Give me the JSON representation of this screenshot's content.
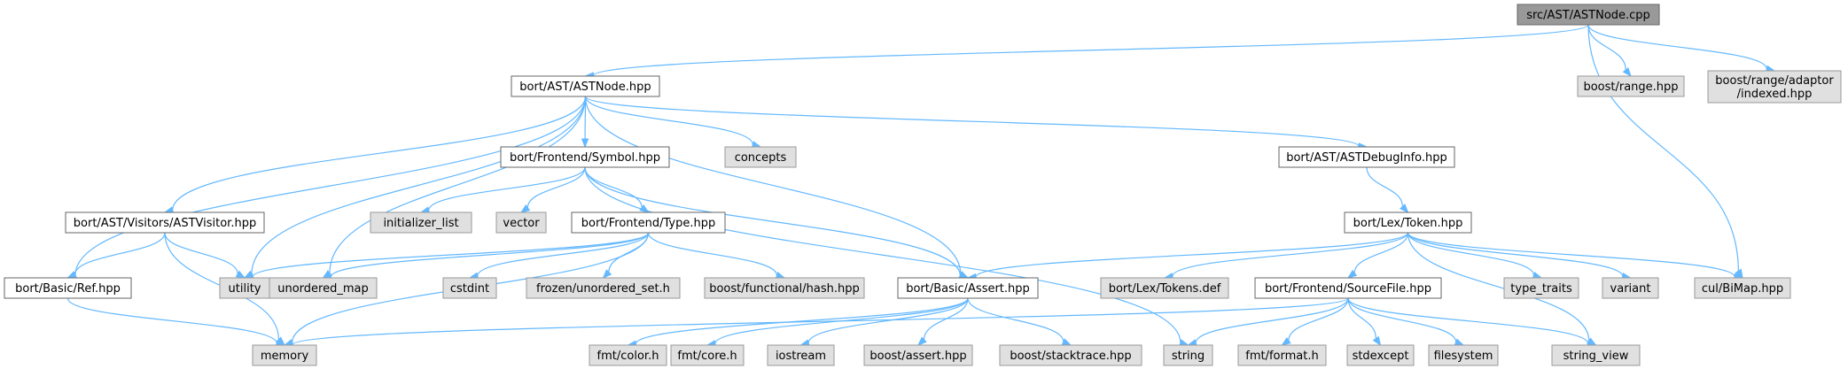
{
  "diagram": {
    "type": "include-dependency-graph",
    "edge_color": "#63b8ff",
    "node_styles": {
      "root": {
        "fill": "#999999",
        "stroke": "#666666"
      },
      "local": {
        "fill": "#ffffff",
        "stroke": "#666666"
      },
      "external": {
        "fill": "#e0e0e0",
        "stroke": "#999999"
      }
    },
    "nodes": [
      {
        "id": "astnode_cpp",
        "label": "src/AST/ASTNode.cpp",
        "kind": "root"
      },
      {
        "id": "astnode_hpp",
        "label": "bort/AST/ASTNode.hpp",
        "kind": "local"
      },
      {
        "id": "boost_range",
        "label": "boost/range.hpp",
        "kind": "external"
      },
      {
        "id": "boost_indexed",
        "label": "boost/range/adaptor\n/indexed.hpp",
        "kind": "external"
      },
      {
        "id": "symbol_hpp",
        "label": "bort/Frontend/Symbol.hpp",
        "kind": "local"
      },
      {
        "id": "concepts",
        "label": "concepts",
        "kind": "external"
      },
      {
        "id": "astdebuginfo",
        "label": "bort/AST/ASTDebugInfo.hpp",
        "kind": "local"
      },
      {
        "id": "astvisitor",
        "label": "bort/AST/Visitors/ASTVisitor.hpp",
        "kind": "local"
      },
      {
        "id": "initializer_list",
        "label": "initializer_list",
        "kind": "external"
      },
      {
        "id": "vector",
        "label": "vector",
        "kind": "external"
      },
      {
        "id": "type_hpp",
        "label": "bort/Frontend/Type.hpp",
        "kind": "local"
      },
      {
        "id": "token_hpp",
        "label": "bort/Lex/Token.hpp",
        "kind": "local"
      },
      {
        "id": "ref_hpp",
        "label": "bort/Basic/Ref.hpp",
        "kind": "local"
      },
      {
        "id": "utility",
        "label": "utility",
        "kind": "external"
      },
      {
        "id": "unordered_map",
        "label": "unordered_map",
        "kind": "external"
      },
      {
        "id": "cstdint",
        "label": "cstdint",
        "kind": "external"
      },
      {
        "id": "frozen",
        "label": "frozen/unordered_set.h",
        "kind": "external"
      },
      {
        "id": "boost_hash",
        "label": "boost/functional/hash.hpp",
        "kind": "external"
      },
      {
        "id": "assert_hpp",
        "label": "bort/Basic/Assert.hpp",
        "kind": "local"
      },
      {
        "id": "tokens_def",
        "label": "bort/Lex/Tokens.def",
        "kind": "external"
      },
      {
        "id": "sourcefile_hpp",
        "label": "bort/Frontend/SourceFile.hpp",
        "kind": "local"
      },
      {
        "id": "type_traits",
        "label": "type_traits",
        "kind": "external"
      },
      {
        "id": "variant",
        "label": "variant",
        "kind": "external"
      },
      {
        "id": "bimap",
        "label": "cul/BiMap.hpp",
        "kind": "external"
      },
      {
        "id": "memory",
        "label": "memory",
        "kind": "external"
      },
      {
        "id": "fmt_color",
        "label": "fmt/color.h",
        "kind": "external"
      },
      {
        "id": "fmt_core",
        "label": "fmt/core.h",
        "kind": "external"
      },
      {
        "id": "iostream",
        "label": "iostream",
        "kind": "external"
      },
      {
        "id": "boost_assert",
        "label": "boost/assert.hpp",
        "kind": "external"
      },
      {
        "id": "boost_stacktrace",
        "label": "boost/stacktrace.hpp",
        "kind": "external"
      },
      {
        "id": "string",
        "label": "string",
        "kind": "external"
      },
      {
        "id": "fmt_format",
        "label": "fmt/format.h",
        "kind": "external"
      },
      {
        "id": "stdexcept",
        "label": "stdexcept",
        "kind": "external"
      },
      {
        "id": "filesystem",
        "label": "filesystem",
        "kind": "external"
      },
      {
        "id": "string_view",
        "label": "string_view",
        "kind": "external"
      }
    ],
    "edges": [
      [
        "astnode_cpp",
        "astnode_hpp"
      ],
      [
        "astnode_cpp",
        "boost_range"
      ],
      [
        "astnode_cpp",
        "boost_indexed"
      ],
      [
        "astnode_cpp",
        "bimap"
      ],
      [
        "astnode_hpp",
        "astvisitor"
      ],
      [
        "astnode_hpp",
        "ref_hpp"
      ],
      [
        "astnode_hpp",
        "utility"
      ],
      [
        "astnode_hpp",
        "unordered_map"
      ],
      [
        "astnode_hpp",
        "symbol_hpp"
      ],
      [
        "astnode_hpp",
        "concepts"
      ],
      [
        "astnode_hpp",
        "assert_hpp"
      ],
      [
        "astnode_hpp",
        "astdebuginfo"
      ],
      [
        "astvisitor",
        "ref_hpp"
      ],
      [
        "astvisitor",
        "utility"
      ],
      [
        "astvisitor",
        "memory"
      ],
      [
        "ref_hpp",
        "memory"
      ],
      [
        "symbol_hpp",
        "initializer_list"
      ],
      [
        "symbol_hpp",
        "vector"
      ],
      [
        "symbol_hpp",
        "type_hpp"
      ],
      [
        "symbol_hpp",
        "assert_hpp"
      ],
      [
        "symbol_hpp",
        "string"
      ],
      [
        "type_hpp",
        "utility"
      ],
      [
        "type_hpp",
        "unordered_map"
      ],
      [
        "type_hpp",
        "memory"
      ],
      [
        "type_hpp",
        "cstdint"
      ],
      [
        "type_hpp",
        "frozen"
      ],
      [
        "type_hpp",
        "boost_hash"
      ],
      [
        "assert_hpp",
        "fmt_color"
      ],
      [
        "assert_hpp",
        "fmt_core"
      ],
      [
        "assert_hpp",
        "iostream"
      ],
      [
        "assert_hpp",
        "boost_assert"
      ],
      [
        "assert_hpp",
        "boost_stacktrace"
      ],
      [
        "astdebuginfo",
        "token_hpp"
      ],
      [
        "token_hpp",
        "assert_hpp"
      ],
      [
        "token_hpp",
        "tokens_def"
      ],
      [
        "token_hpp",
        "sourcefile_hpp"
      ],
      [
        "token_hpp",
        "type_traits"
      ],
      [
        "token_hpp",
        "variant"
      ],
      [
        "token_hpp",
        "bimap"
      ],
      [
        "token_hpp",
        "string_view"
      ],
      [
        "sourcefile_hpp",
        "memory"
      ],
      [
        "sourcefile_hpp",
        "string"
      ],
      [
        "sourcefile_hpp",
        "fmt_format"
      ],
      [
        "sourcefile_hpp",
        "stdexcept"
      ],
      [
        "sourcefile_hpp",
        "filesystem"
      ],
      [
        "sourcefile_hpp",
        "string_view"
      ]
    ]
  }
}
